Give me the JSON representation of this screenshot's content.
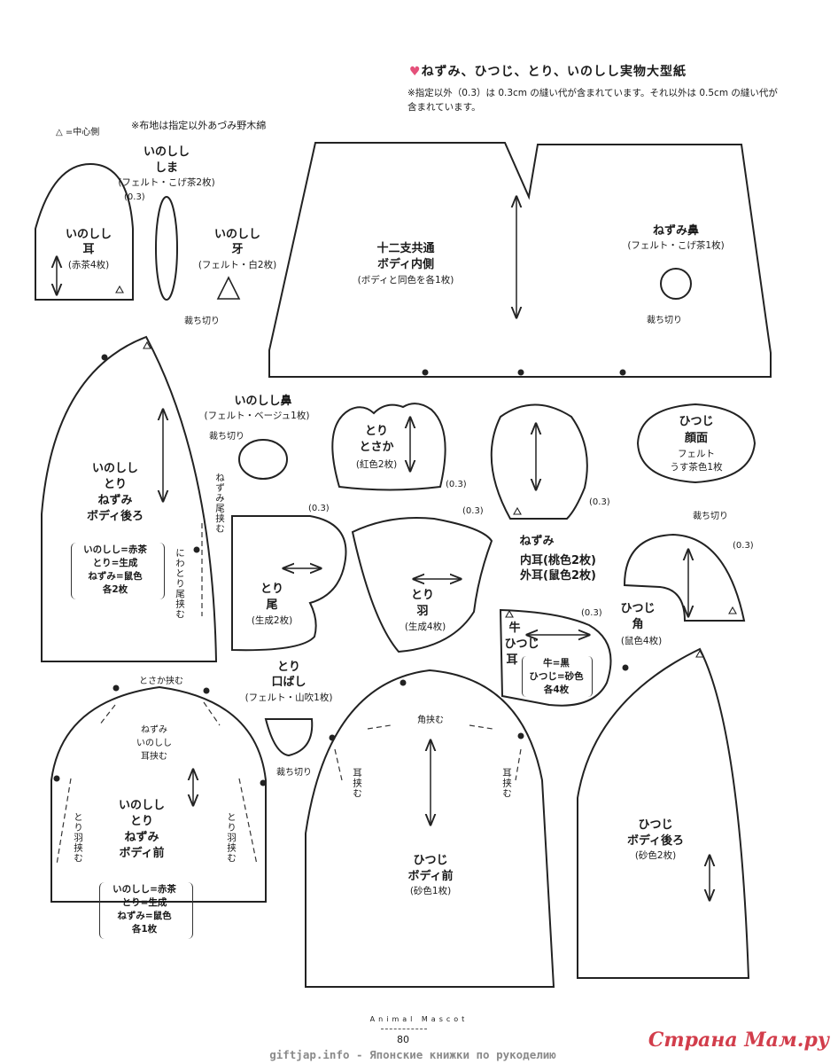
{
  "header": {
    "title": "ねずみ、ひつじ、とり、いのしし実物大型紙",
    "note": "※指定以外（0.3）は 0.3cm の縫い代が含まれています。それ以外は 0.5cm の縫い代が含まれています。"
  },
  "legend": {
    "center": "△ =中心側",
    "fabric": "※布地は指定以外あづみ野木綿"
  },
  "common": {
    "seam": "(0.3)",
    "cut": "裁ち切り"
  },
  "pieces": {
    "boar_ear": {
      "name": "いのしし",
      "part": "耳",
      "spec": "(赤茶4枚)"
    },
    "boar_stripe": {
      "name": "いのしし",
      "part": "しま",
      "spec": "(フェルト・こげ茶2枚)"
    },
    "boar_tusk": {
      "name": "いのしし",
      "part": "牙",
      "spec": "(フェルト・白2枚)"
    },
    "body_inner": {
      "name": "十二支共通",
      "part": "ボディ内側",
      "spec": "(ボディと同色を各1枚)"
    },
    "mouse_nose": {
      "name": "ねずみ鼻",
      "spec": "(フェルト・こげ茶1枚)"
    },
    "body_back": {
      "line1": "いのしし",
      "line2": "とり",
      "line3": "ねずみ",
      "part": "ボディ後ろ",
      "c1": "いのしし=赤茶",
      "c2": "とり=生成",
      "c3": "ねずみ=鼠色",
      "c4": "各2枚",
      "mark1": "ねずみ尾挟む",
      "mark2": "にわとり尾挟む"
    },
    "boar_nose": {
      "name": "いのしし鼻",
      "spec": "(フェルト・ベージュ1枚)"
    },
    "bird_comb": {
      "name": "とり",
      "part": "とさか",
      "spec": "(紅色2枚)"
    },
    "mouse_ear": {
      "name": "ねずみ",
      "inner": "内耳(桃色2枚)",
      "outer": "外耳(鼠色2枚)"
    },
    "sheep_face": {
      "name": "ひつじ",
      "part": "顔面",
      "mat": "フェルト",
      "spec": "うす茶色1枚"
    },
    "bird_tail": {
      "name": "とり",
      "part": "尾",
      "spec": "(生成2枚)"
    },
    "bird_wing": {
      "name": "とり",
      "part": "羽",
      "spec": "(生成4枚)"
    },
    "sheep_horn": {
      "name": "ひつじ",
      "part": "角",
      "spec": "(鼠色4枚)"
    },
    "ox_ear": {
      "name1": "牛",
      "name2": "ひつじ",
      "part": "耳",
      "c1": "牛=黒",
      "c2": "ひつじ=砂色",
      "c3": "各4枚"
    },
    "bird_beak": {
      "name": "とり",
      "part": "口ばし",
      "spec": "(フェルト・山吹1枚)"
    },
    "body_front": {
      "line1": "いのしし",
      "line2": "とり",
      "line3": "ねずみ",
      "part": "ボディ前",
      "c1": "いのしし=赤茶",
      "c2": "とり=生成",
      "c3": "ねずみ=鼠色",
      "c4": "各1枚",
      "comb": "とさか挟む",
      "ear1": "ねずみ",
      "ear2": "いのしし",
      "ear3": "耳挟む",
      "wing": "とり羽挟む"
    },
    "sheep_front": {
      "name": "ひつじ",
      "part": "ボディ前",
      "spec": "(砂色1枚)",
      "horn": "角挟む",
      "ear": "耳挟む"
    },
    "sheep_back": {
      "name": "ひつじ",
      "part": "ボディ後ろ",
      "spec": "(砂色2枚)"
    }
  },
  "footer": {
    "book": "Animal Mascot",
    "page": "80",
    "site": "giftjap.info - Японские книжки по рукоделию",
    "watermark": "Страна Мам.ру"
  }
}
